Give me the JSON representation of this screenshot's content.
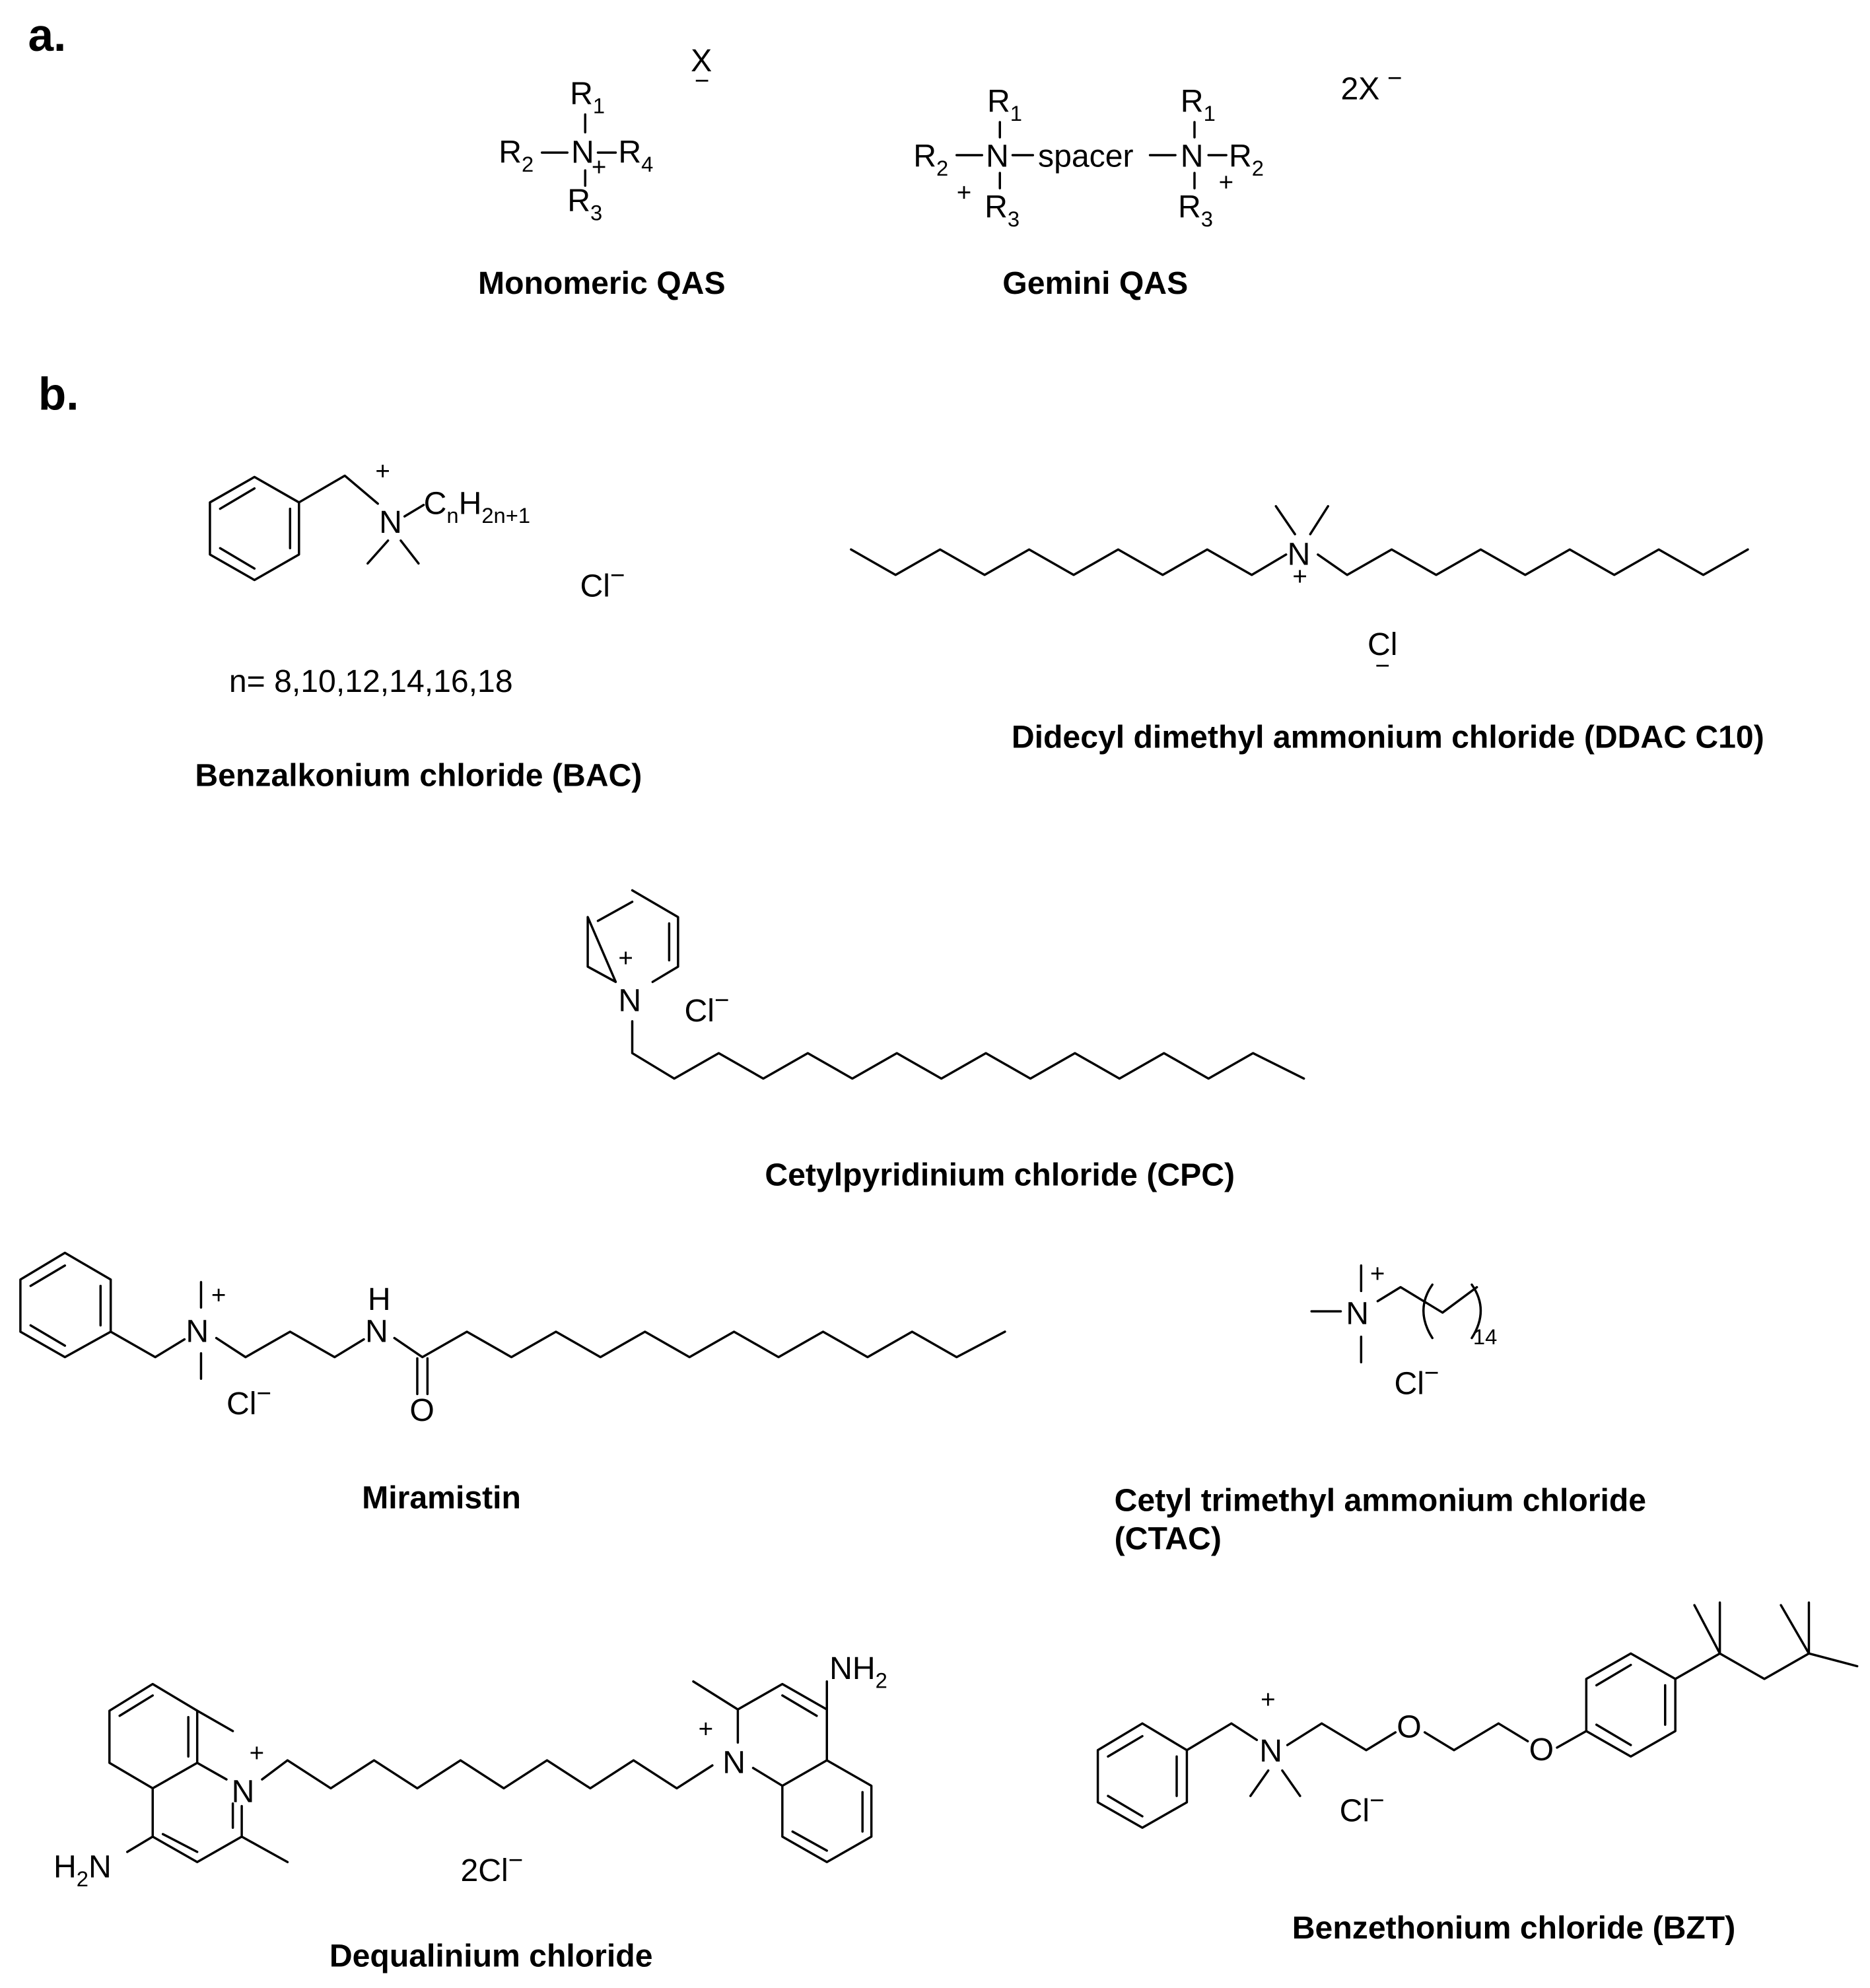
{
  "panels": {
    "a": "a.",
    "b": "b."
  },
  "monomeric": {
    "caption": "Monomeric QAS",
    "R": "R",
    "N": "N",
    "s1": "1",
    "s2": "2",
    "s3": "3",
    "s4": "4",
    "plus": "+",
    "anion": "X"
  },
  "gemini": {
    "caption": "Gemini QAS",
    "R": "R",
    "N": "N",
    "spacer": "spacer",
    "s1": "1",
    "s2": "2",
    "s3": "3",
    "plus": "+",
    "anion": "2X"
  },
  "bac": {
    "caption": "Benzalkonium chloride (BAC)",
    "N": "N",
    "C": "C",
    "H": "H",
    "n": "n",
    "sub_h": "2n+1",
    "plus": "+",
    "counterion": "Cl",
    "n_values": "n= 8,10,12,14,16,18"
  },
  "ddac": {
    "caption": "Didecyl dimethyl ammonium chloride (DDAC C10)",
    "N": "N",
    "plus": "+",
    "counterion": "Cl"
  },
  "cpc": {
    "caption": "Cetylpyridinium chloride (CPC)",
    "N": "N",
    "plus": "+",
    "counterion": "Cl"
  },
  "miramistin": {
    "caption": "Miramistin",
    "N": "N",
    "H": "H",
    "O": "O",
    "plus": "+",
    "counterion": "Cl"
  },
  "ctac": {
    "caption_line1": "Cetyl trimethyl ammonium chloride",
    "caption_line2": "(CTAC)",
    "N": "N",
    "plus": "+",
    "repeat": "14",
    "counterion": "Cl"
  },
  "dequalinium": {
    "caption": "Dequalinium chloride",
    "N": "N",
    "H2N": "H",
    "two": "2",
    "NH": "NH",
    "plus": "+",
    "counterion": "2Cl"
  },
  "bzt": {
    "caption": "Benzethonium chloride (BZT)",
    "N": "N",
    "O": "O",
    "plus": "+",
    "counterion": "Cl"
  },
  "minus": "−"
}
